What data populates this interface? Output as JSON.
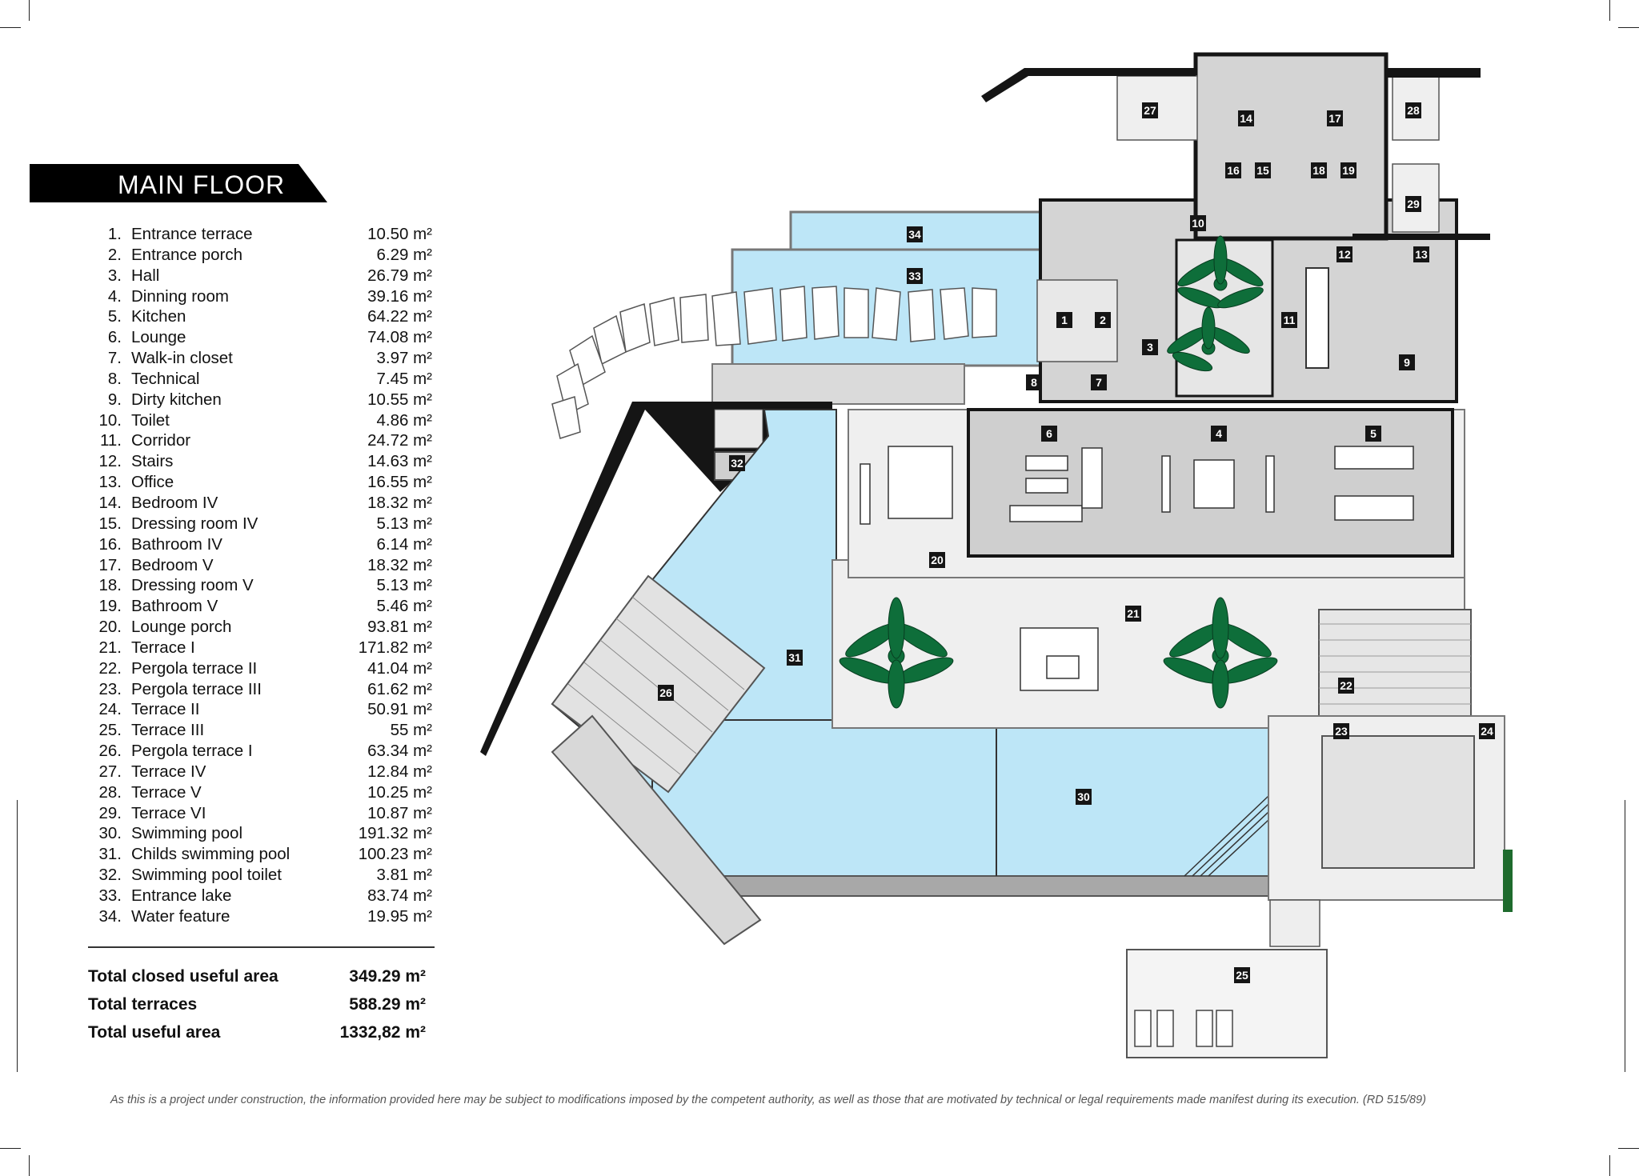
{
  "title": "MAIN FLOOR",
  "rooms": [
    {
      "num": "1.",
      "name": "Entrance terrace",
      "area": "10.50 m²"
    },
    {
      "num": "2.",
      "name": "Entrance porch",
      "area": "6.29 m²"
    },
    {
      "num": "3.",
      "name": "Hall",
      "area": "26.79 m²"
    },
    {
      "num": "4.",
      "name": "Dinning room",
      "area": "39.16 m²"
    },
    {
      "num": "5.",
      "name": "Kitchen",
      "area": "64.22 m²"
    },
    {
      "num": "6.",
      "name": "Lounge",
      "area": "74.08 m²"
    },
    {
      "num": "7.",
      "name": "Walk-in closet",
      "area": "3.97 m²"
    },
    {
      "num": "8.",
      "name": "Technical",
      "area": "7.45 m²"
    },
    {
      "num": "9.",
      "name": "Dirty kitchen",
      "area": "10.55 m²"
    },
    {
      "num": "10.",
      "name": "Toilet",
      "area": "4.86 m²"
    },
    {
      "num": "11.",
      "name": "Corridor",
      "area": "24.72 m²"
    },
    {
      "num": "12.",
      "name": "Stairs",
      "area": "14.63 m²"
    },
    {
      "num": "13.",
      "name": "Office",
      "area": "16.55 m²"
    },
    {
      "num": "14.",
      "name": "Bedroom IV",
      "area": "18.32 m²"
    },
    {
      "num": "15.",
      "name": "Dressing room IV",
      "area": "5.13 m²"
    },
    {
      "num": "16.",
      "name": "Bathroom IV",
      "area": "6.14 m²"
    },
    {
      "num": "17.",
      "name": "Bedroom V",
      "area": "18.32 m²"
    },
    {
      "num": "18.",
      "name": "Dressing room V",
      "area": "5.13 m²"
    },
    {
      "num": "19.",
      "name": "Bathroom V",
      "area": "5.46 m²"
    },
    {
      "num": "20.",
      "name": "Lounge porch",
      "area": "93.81 m²"
    },
    {
      "num": "21.",
      "name": "Terrace I",
      "area": "171.82 m²"
    },
    {
      "num": "22.",
      "name": "Pergola terrace II",
      "area": "41.04 m²"
    },
    {
      "num": "23.",
      "name": "Pergola terrace III",
      "area": "61.62 m²"
    },
    {
      "num": "24.",
      "name": "Terrace II",
      "area": "50.91 m²"
    },
    {
      "num": "25.",
      "name": "Terrace III",
      "area": "55 m²"
    },
    {
      "num": "26.",
      "name": "Pergola terrace I",
      "area": "63.34 m²"
    },
    {
      "num": "27.",
      "name": "Terrace IV",
      "area": "12.84 m²"
    },
    {
      "num": "28.",
      "name": "Terrace V",
      "area": "10.25 m²"
    },
    {
      "num": "29.",
      "name": "Terrace VI",
      "area": "10.87 m²"
    },
    {
      "num": "30.",
      "name": "Swimming pool",
      "area": "191.32 m²"
    },
    {
      "num": "31.",
      "name": "Childs swimming pool",
      "area": "100.23 m²"
    },
    {
      "num": "32.",
      "name": "Swimming pool toilet",
      "area": "3.81 m²"
    },
    {
      "num": "33.",
      "name": "Entrance lake",
      "area": "83.74 m²"
    },
    {
      "num": "34.",
      "name": "Water feature",
      "area": "19.95 m²"
    }
  ],
  "totals": [
    {
      "label": "Total closed useful area",
      "value": "349.29 m²"
    },
    {
      "label": "Total terraces",
      "value": "588.29 m²"
    },
    {
      "label": "Total useful area",
      "value": "1332,82 m²"
    }
  ],
  "plan_tags": [
    "1",
    "2",
    "3",
    "4",
    "5",
    "6",
    "7",
    "8",
    "9",
    "10",
    "11",
    "12",
    "13",
    "14",
    "15",
    "16",
    "17",
    "18",
    "19",
    "20",
    "21",
    "22",
    "23",
    "24",
    "25",
    "26",
    "27",
    "28",
    "29",
    "30",
    "31",
    "32",
    "33",
    "34"
  ],
  "disclaimer": "As this is a project under construction, the information provided here may be subject to modifications imposed by the competent authority, as well as those that are motivated by technical or legal requirements made manifest during its execution. (RD 515/89)",
  "colors": {
    "water": "#bde6f7",
    "floor": "#d4d4d4",
    "terrace": "#efefef",
    "wall": "#151515",
    "palm": "#0e6e3a",
    "title_bg": "#000000"
  }
}
